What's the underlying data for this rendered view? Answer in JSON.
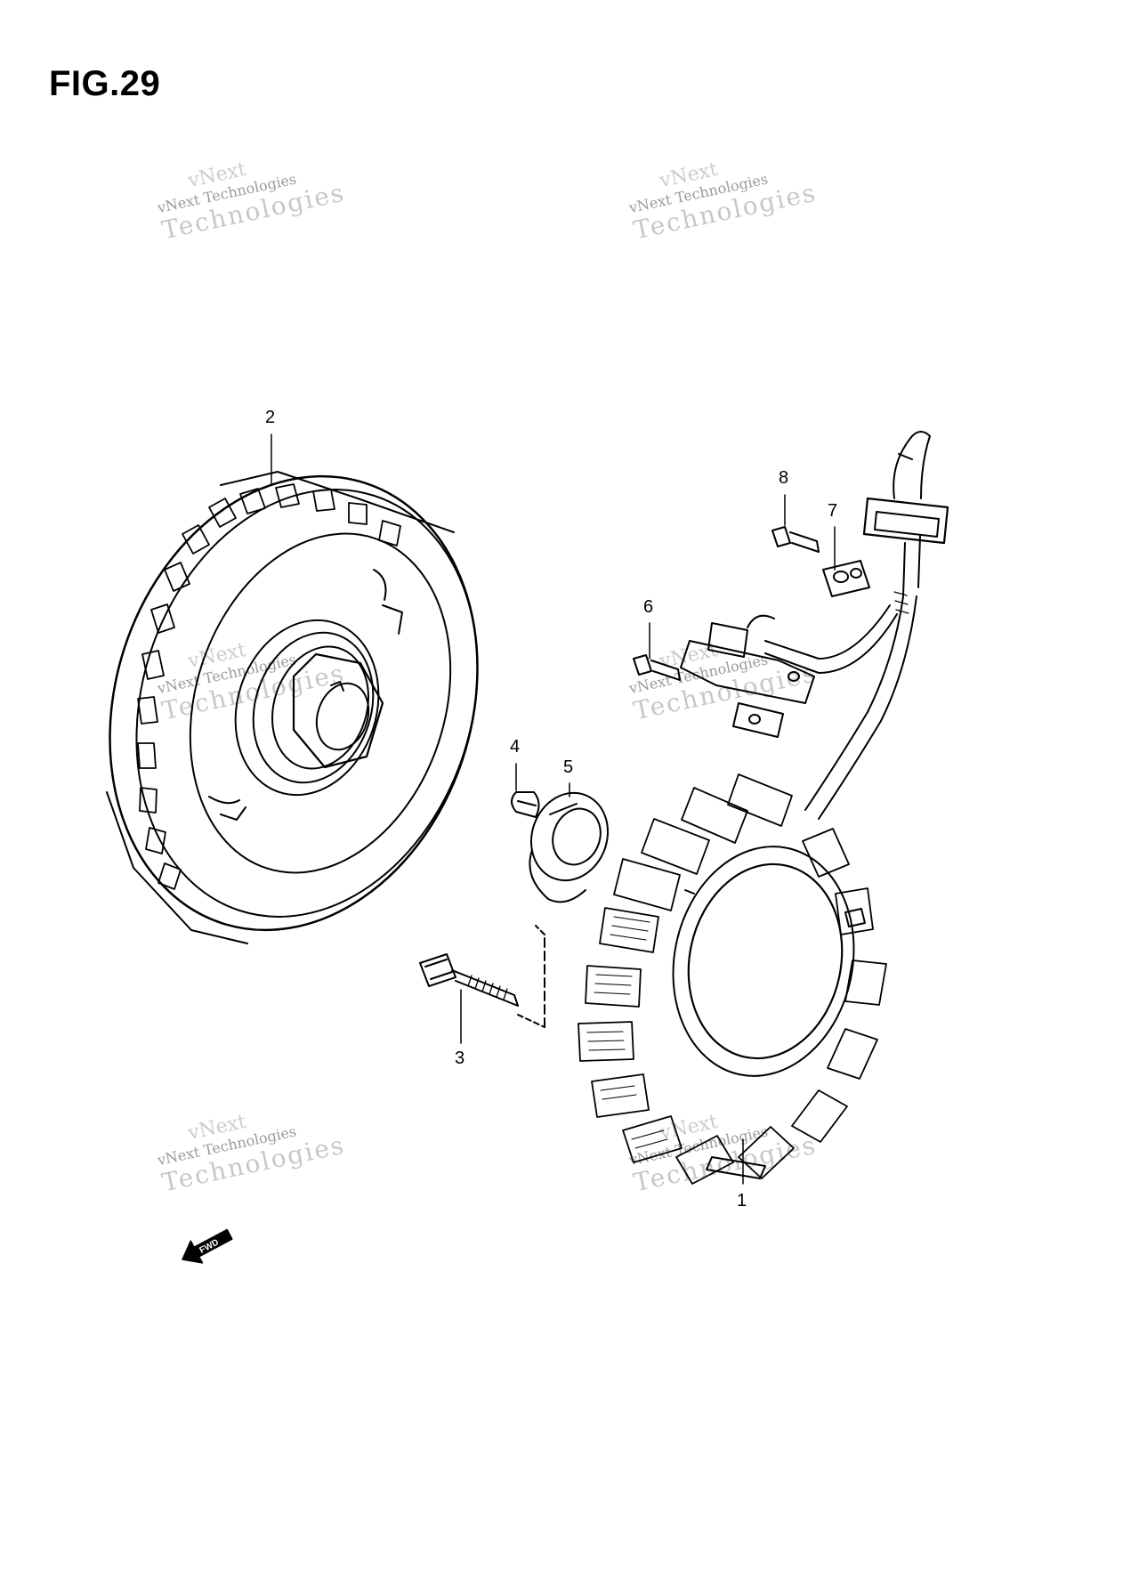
{
  "figure": {
    "title": "FIG.29"
  },
  "callouts": [
    {
      "id": "1",
      "label": "1"
    },
    {
      "id": "2",
      "label": "2"
    },
    {
      "id": "3",
      "label": "3"
    },
    {
      "id": "4",
      "label": "4"
    },
    {
      "id": "5",
      "label": "5"
    },
    {
      "id": "6",
      "label": "6"
    },
    {
      "id": "7",
      "label": "7"
    },
    {
      "id": "8",
      "label": "8"
    }
  ],
  "watermark": {
    "line_small": "vNext Technologies",
    "line_large": "Technologies",
    "line_top": "vNext"
  },
  "direction_marker": {
    "label": "FWD",
    "icon": "fwd-arrow-icon"
  },
  "colors": {
    "line": "#000000",
    "watermark": "#9a9a9a"
  }
}
